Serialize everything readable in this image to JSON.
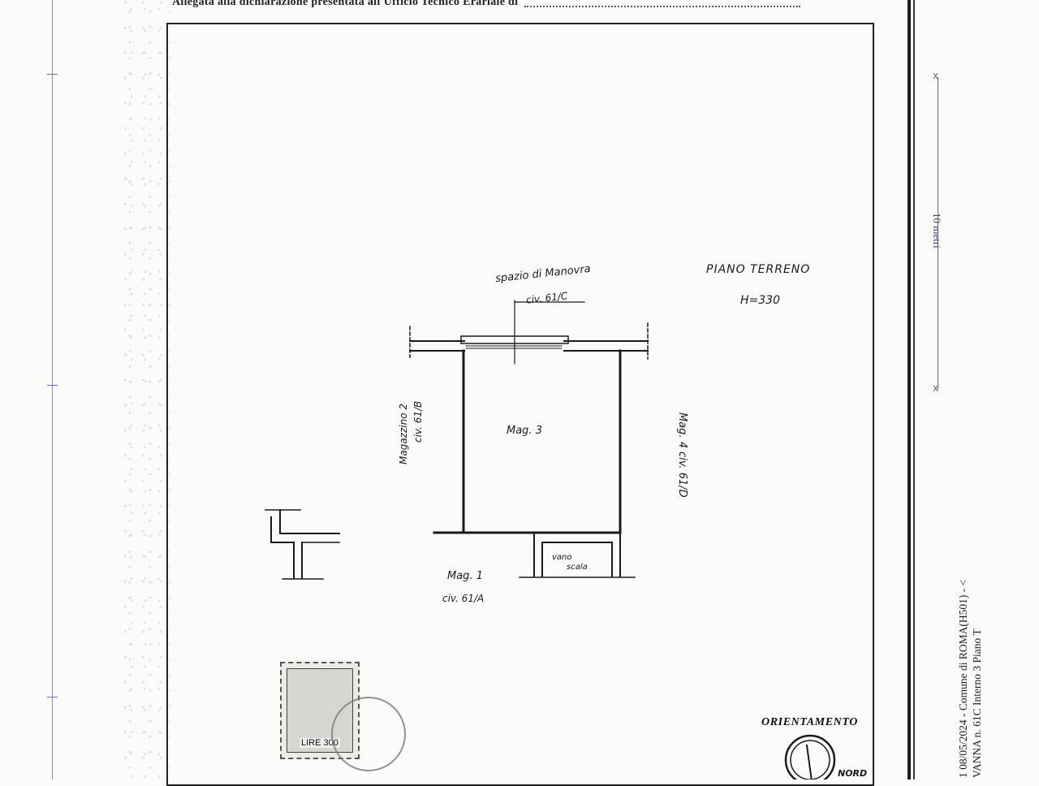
{
  "header": {
    "text": "Allegata alla dichiarazione presentata all'Ufficio Tecnico Erariale di"
  },
  "plan": {
    "title": "PIANO TERRENO",
    "height_label": "H=330",
    "spazio_label": "spazio di Manovra",
    "civ_61c": "civ. 61/C",
    "room_main": "Mag. 3",
    "left_room_1": "Magazzino 2",
    "left_room_2": "civ. 61/B",
    "right_room": "Mag. 4 civ. 61/D",
    "vano_1": "vano",
    "vano_2": "scala",
    "bottom_room_1": "Mag. 1",
    "bottom_room_2": "civ. 61/A"
  },
  "orientation": {
    "title": "ORIENTAMENTO",
    "north_label": "NORD"
  },
  "stamp": {
    "value": "LIRE 300"
  },
  "scale": {
    "label": "10 metri",
    "mark": "x"
  },
  "side_text": {
    "line1": "1 08/05/2024 - Comune di ROMA(H501) - <",
    "line2": "VANNA n. 61C  Interno 3 Piano T"
  }
}
